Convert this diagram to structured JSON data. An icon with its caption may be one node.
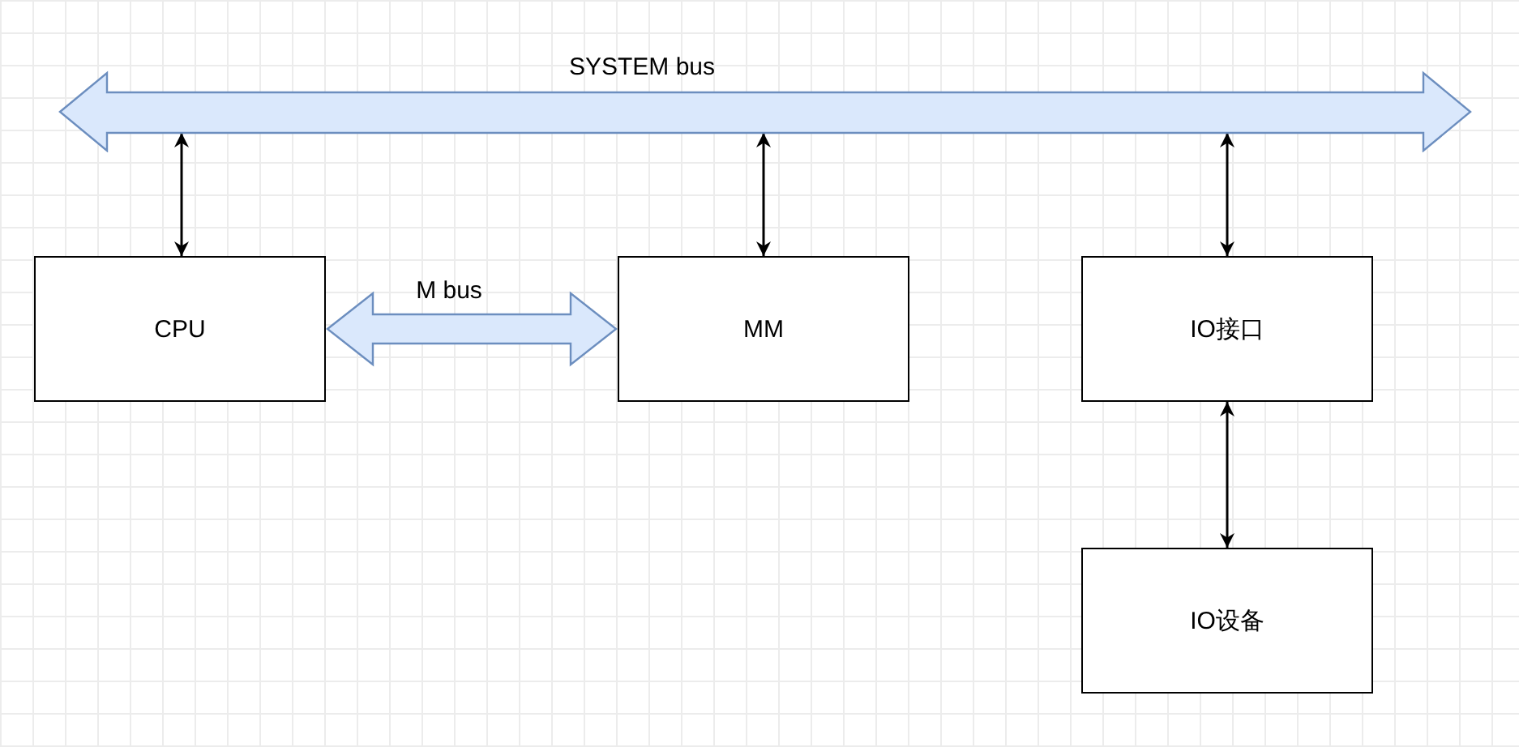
{
  "diagram": {
    "nodes": [
      {
        "text": [
          "SYSTEM bus"
        ]
      },
      {
        "text": [
          "CPU"
        ]
      },
      {
        "text": [
          "MM"
        ]
      },
      {
        "text": [
          "IO接口"
        ]
      },
      {
        "text": [
          "IO设备"
        ]
      }
    ],
    "edges": [
      {
        "from": 0,
        "to": 1,
        "arrow": "both"
      },
      {
        "from": 0,
        "to": 2,
        "arrow": "both"
      },
      {
        "from": 0,
        "to": 3,
        "arrow": "both"
      },
      {
        "from": 3,
        "to": 4,
        "arrow": "both"
      },
      {
        "from": 1,
        "to": 2,
        "arrow": "both",
        "label": "M bus",
        "style": "thick",
        "color": "#6c8ebf"
      }
    ]
  }
}
